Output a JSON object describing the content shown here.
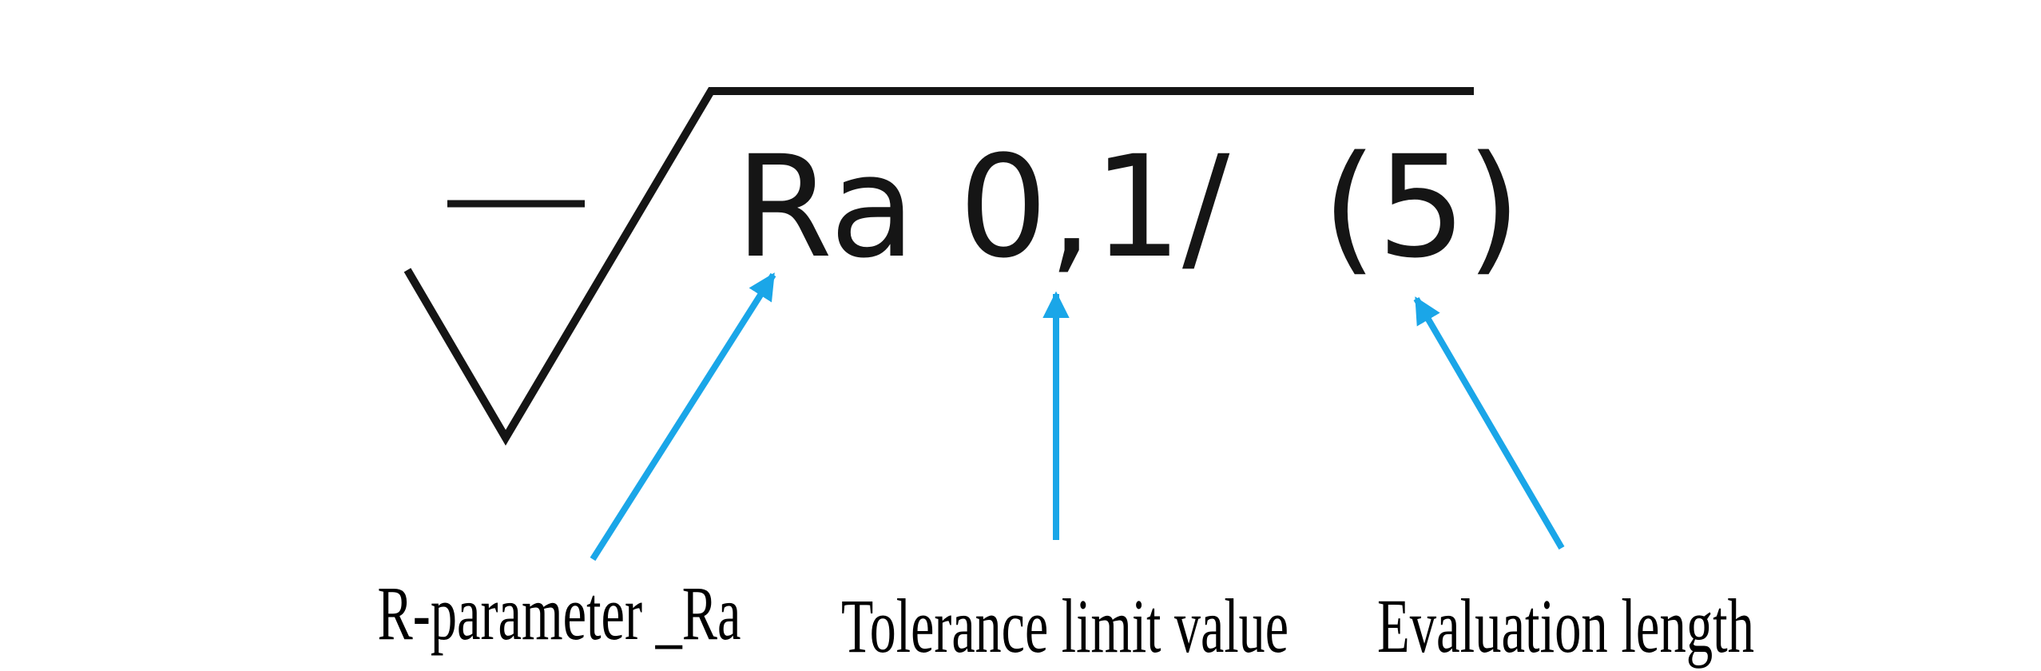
{
  "symbol": {
    "parameter": "Ra",
    "value": "0,1",
    "separator": "/",
    "evaluation": "(5)"
  },
  "annotations": [
    {
      "label": "R-parameter _Ra"
    },
    {
      "label": "Tolerance limit value"
    },
    {
      "label": "Evaluation length"
    }
  ],
  "colors": {
    "arrow": "#1aa6e8",
    "symbol": "#151515",
    "text": "#000000",
    "background": "#ffffff"
  }
}
